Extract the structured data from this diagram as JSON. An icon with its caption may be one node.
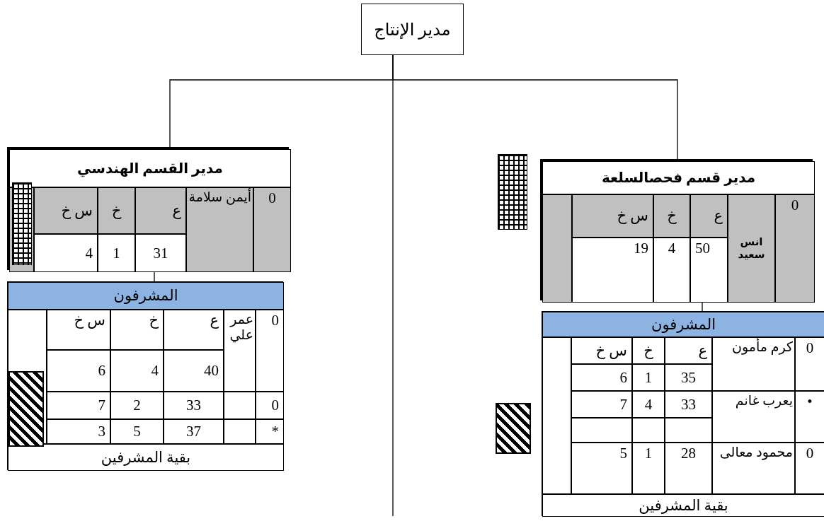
{
  "diagram": {
    "nodes": [
      {
        "text": [
          "مدير الإنتاج"
        ]
      },
      {
        "text": [
          "مدير القسم الهندسي",
          "0",
          "أيمن سلامة",
          "ع",
          "خ",
          "س خ",
          "31",
          "1",
          "4"
        ]
      },
      {
        "text": [
          "المشرفون",
          "0",
          "عمر علي",
          "ع",
          "خ",
          "س خ",
          "40",
          "4",
          "6",
          "0",
          "33",
          "2",
          "7",
          "*",
          "37",
          "5",
          "3",
          "بقية المشرفين"
        ]
      },
      {
        "text": [
          "مدير قسم فحصالسلعة",
          "0",
          "انس سعيد",
          "ع",
          "خ",
          "س خ",
          "50",
          "4",
          "19"
        ]
      },
      {
        "text": [
          "المشرفون",
          "0",
          "كرم مأمون",
          "ع",
          "خ",
          "س خ",
          "35",
          "1",
          "6",
          "•",
          "يعرب غانم",
          "33",
          "4",
          "7",
          "0",
          "محمود معالى",
          "28",
          "1",
          "5",
          "بقية المشرفين"
        ]
      }
    ],
    "edges": [
      {
        "from": 0,
        "to": 1,
        "arrow": "none"
      },
      {
        "from": 0,
        "to": null,
        "arrow": "none"
      },
      {
        "from": 0,
        "to": 3,
        "arrow": "none"
      },
      {
        "from": 1,
        "to": 2,
        "arrow": "none"
      },
      {
        "from": 3,
        "to": 4,
        "arrow": "none"
      }
    ]
  }
}
